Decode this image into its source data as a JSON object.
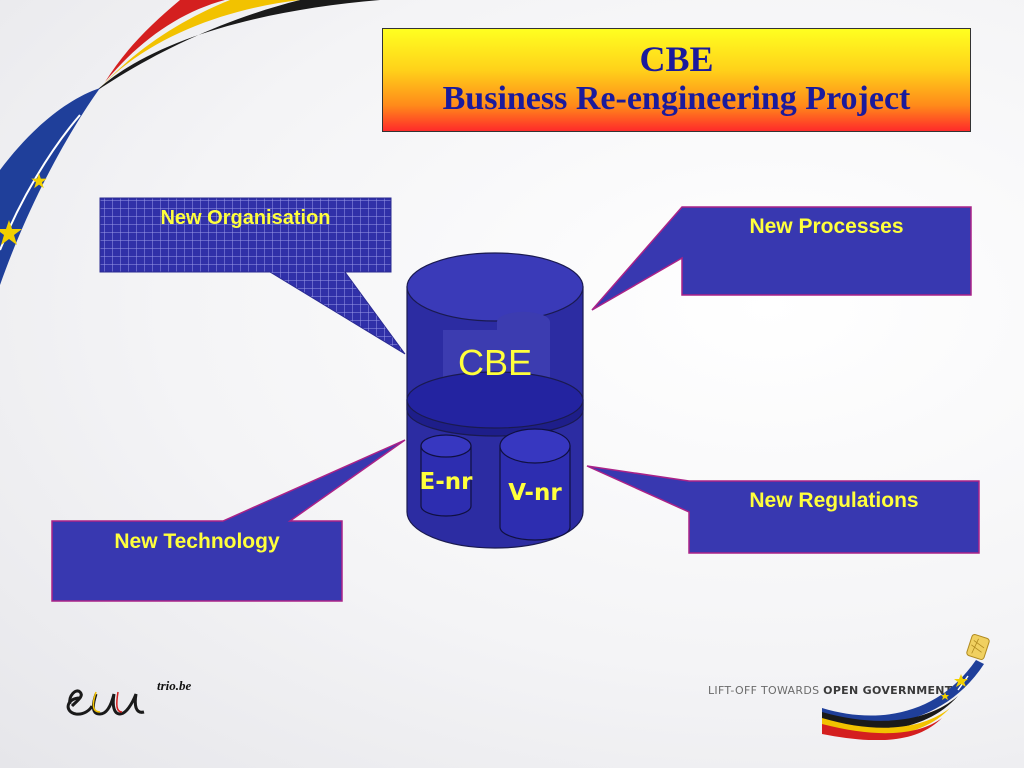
{
  "title": {
    "line1": "CBE",
    "line2": "Business Re-engineering Project"
  },
  "callouts": {
    "organisation": "New Organisation",
    "processes": "New Processes",
    "technology": "New Technology",
    "regulations": "New Regulations"
  },
  "database": {
    "label": "CBE",
    "left_cylinder": "E-nr",
    "right_cylinder": "V-nr"
  },
  "footer": {
    "logo_text": "trio.be",
    "tagline_prefix": "LIFT-OFF TOWARDS ",
    "tagline_emphasis": "OPEN GOVERNMENT"
  },
  "colors": {
    "box_fill": "#3333aa",
    "box_border": "#aa2288",
    "label_yellow": "#ffff3c",
    "title_text": "#1a1a9c"
  }
}
